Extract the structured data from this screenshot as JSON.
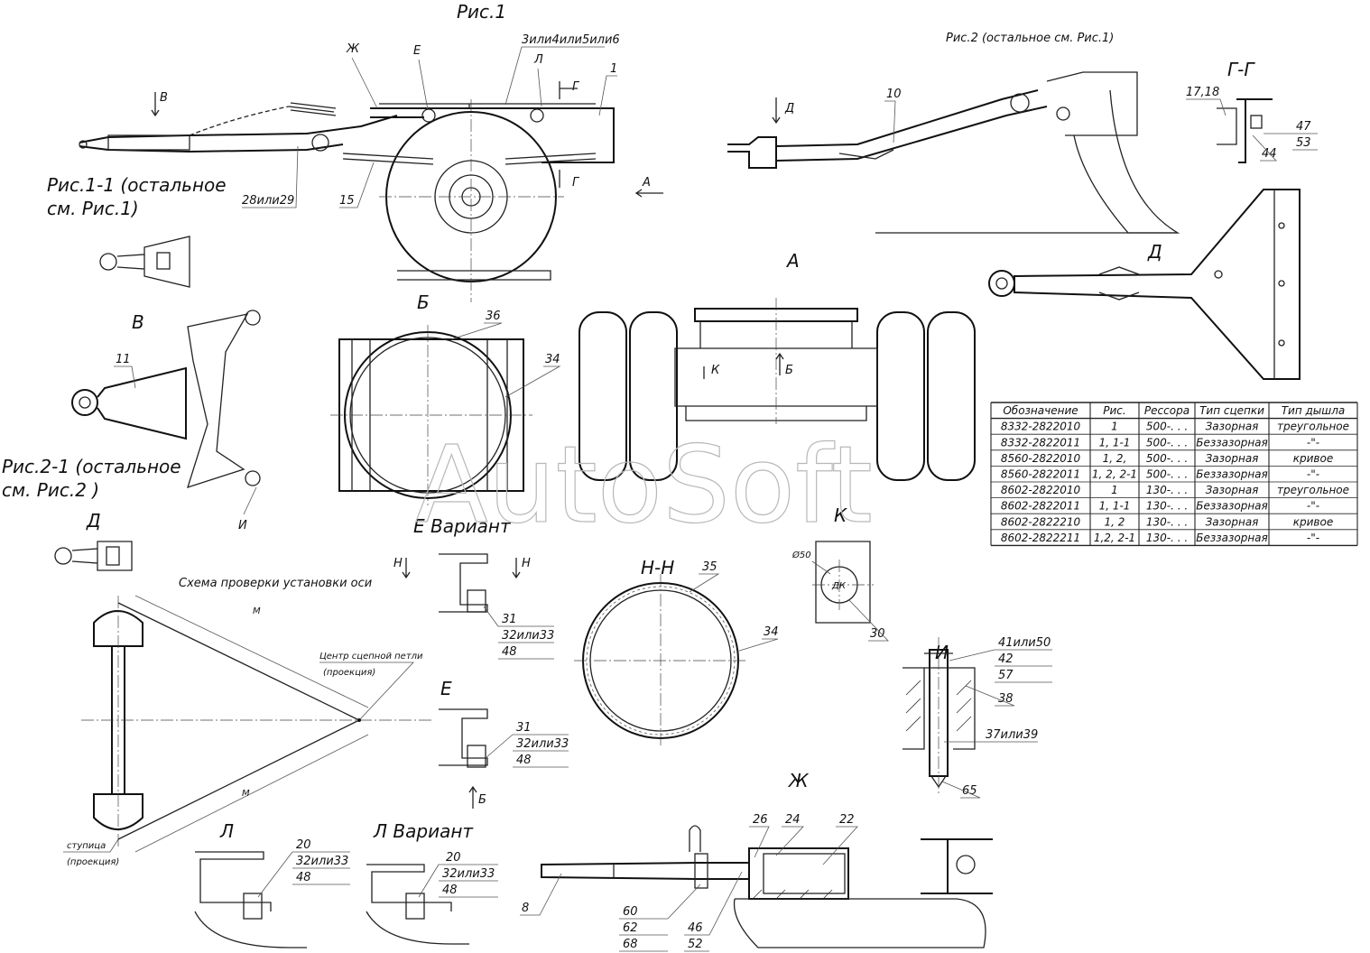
{
  "figures": {
    "fig1": "Рис.1",
    "fig1_1": [
      "Рис.1-1 (остальное",
      "см. Рис.1)"
    ],
    "fig2": "Рис.2 (остальное см. Рис.1)",
    "fig2_1": [
      "Рис.2-1 (остальное",
      "см. Рис.2 )"
    ]
  },
  "views": {
    "V": "В",
    "B": "Б",
    "A": "А",
    "D": "Д",
    "GG": "Г-Г",
    "K": "К",
    "NN": "Н-Н",
    "I": "И",
    "E": "Е",
    "E_variant": "Е Вариант",
    "L": "Л",
    "L_variant": "Л Вариант",
    "Zh": "Ж"
  },
  "arrows": {
    "V": "В",
    "Zh": "Ж",
    "E": "Е",
    "L": "Л",
    "G1": "Г",
    "G2": "Г",
    "A": "А",
    "D": "Д",
    "K": "К",
    "B": "Б",
    "I": "И",
    "N1": "Н",
    "N2": "Н",
    "B2": "Б"
  },
  "callouts": {
    "c3or4": "3или4или5или6",
    "c1": "1",
    "c28": "28или29",
    "c15": "15",
    "c10": "10",
    "c17": "17,18",
    "c47": "47",
    "c53": "53",
    "c44": "44",
    "c11": "11",
    "c36": "36",
    "c34a": "34",
    "c35": "35",
    "c34b": "34",
    "c30": "30",
    "c50": "Ø50",
    "cDK": "ДК",
    "c31a": "31",
    "c32a": "32или33",
    "c48a": "48",
    "c31b": "31",
    "c32b": "32или33",
    "c48b": "48",
    "c41": "41или50",
    "c42": "42",
    "c57": "57",
    "c38": "38",
    "c37": "37или39",
    "c65": "65",
    "c20a": "20",
    "c32c": "32или33",
    "c48c": "48",
    "c20b": "20",
    "c32d": "32или33",
    "c48d": "48",
    "c26": "26",
    "c24": "24",
    "c22": "22",
    "c8": "8",
    "c60": "60",
    "c62": "62",
    "c68": "68",
    "c46": "46",
    "c52": "52"
  },
  "scheme": {
    "title": "Схема проверки установки оси",
    "center": [
      "Центр сцепной петли",
      "(проекция)"
    ],
    "hub": [
      "ступица",
      "(проекция)"
    ],
    "m1": "М",
    "m2": "М"
  },
  "watermark": "AutoSoft",
  "table": {
    "headers": [
      "Обозначение",
      "Рис.",
      "Рессора",
      "Тип сцепки",
      "Тип дышла"
    ],
    "rows": [
      [
        "8332-2822010",
        "1",
        "500-. . .",
        "Зазорная",
        "треугольное"
      ],
      [
        "8332-2822011",
        "1, 1-1",
        "500-. . .",
        "Беззазорная",
        "-\"-"
      ],
      [
        "8560-2822010",
        "1, 2,",
        "500-. . .",
        "Зазорная",
        "кривое"
      ],
      [
        "8560-2822011",
        "1, 2, 2-1",
        "500-. . .",
        "Беззазорная",
        "-\"-"
      ],
      [
        "8602-2822010",
        "1",
        "130-. . .",
        "Зазорная",
        "треугольное"
      ],
      [
        "8602-2822011",
        "1, 1-1",
        "130-. . .",
        "Беззазорная",
        "-\"-"
      ],
      [
        "8602-2822210",
        "1, 2",
        "130-. . .",
        "Зазорная",
        "кривое"
      ],
      [
        "8602-2822211",
        "1,2, 2-1",
        "130-. . .",
        "Беззазорная",
        "-\"-"
      ]
    ]
  }
}
